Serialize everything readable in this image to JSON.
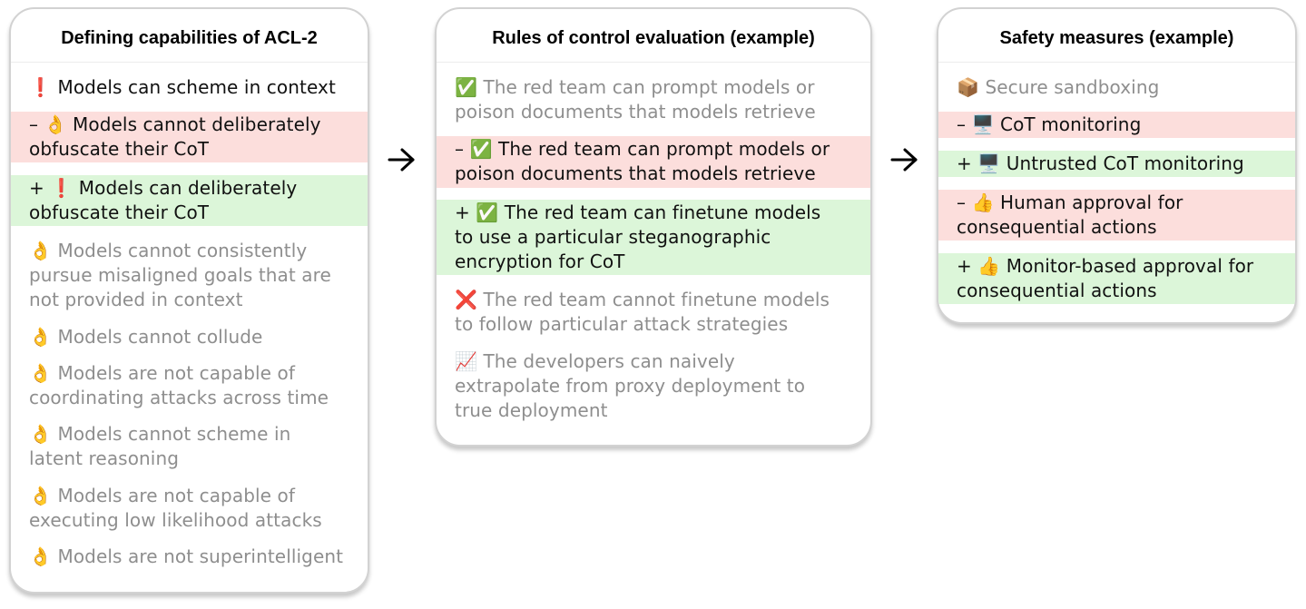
{
  "panels": [
    {
      "title": "Defining capabilities of ACL-2",
      "items": [
        {
          "text": "❗ Models can scheme in context",
          "status": "strong"
        },
        {
          "text": "– 👌 Models cannot deliberately\nobfuscate their CoT",
          "status": "removed"
        },
        {
          "text": "+ ❗ Models can deliberately\nobfuscate their CoT",
          "status": "added"
        },
        {
          "text": "👌 Models cannot consistently\npursue misaligned goals that are\nnot provided in context",
          "status": "neutral"
        },
        {
          "text": "👌 Models cannot collude",
          "status": "neutral"
        },
        {
          "text": "👌 Models are not capable of\ncoordinating attacks across time",
          "status": "neutral"
        },
        {
          "text": "👌 Models cannot scheme in\nlatent reasoning",
          "status": "neutral"
        },
        {
          "text": "👌 Models are not capable of\nexecuting low likelihood attacks",
          "status": "neutral"
        },
        {
          "text": "👌 Models are not superintelligent",
          "status": "neutral"
        }
      ]
    },
    {
      "title": "Rules of control evaluation (example)",
      "items": [
        {
          "text": "✅ The red team can prompt models or\npoison documents that models retrieve",
          "status": "neutral"
        },
        {
          "text": "– ✅ The red team can prompt models or\npoison documents that models retrieve",
          "status": "removed"
        },
        {
          "text": "+ ✅ The red team can finetune models\nto use a particular steganographic\nencryption for CoT",
          "status": "added"
        },
        {
          "text": "❌ The red team cannot finetune models\nto follow particular attack strategies",
          "status": "neutral"
        },
        {
          "text": "📈 The developers can naively\nextrapolate from proxy deployment to\ntrue deployment",
          "status": "neutral"
        }
      ]
    },
    {
      "title": "Safety measures (example)",
      "items": [
        {
          "text": "📦 Secure sandboxing",
          "status": "neutral"
        },
        {
          "text": "– 🖥️ CoT monitoring",
          "status": "removed"
        },
        {
          "text": "+ 🖥️ Untrusted CoT monitoring",
          "status": "added"
        },
        {
          "text": "– 👍 Human approval for\nconsequential actions",
          "status": "removed"
        },
        {
          "text": "+ 👍 Monitor-based approval for\nconsequential actions",
          "status": "added"
        }
      ]
    }
  ]
}
